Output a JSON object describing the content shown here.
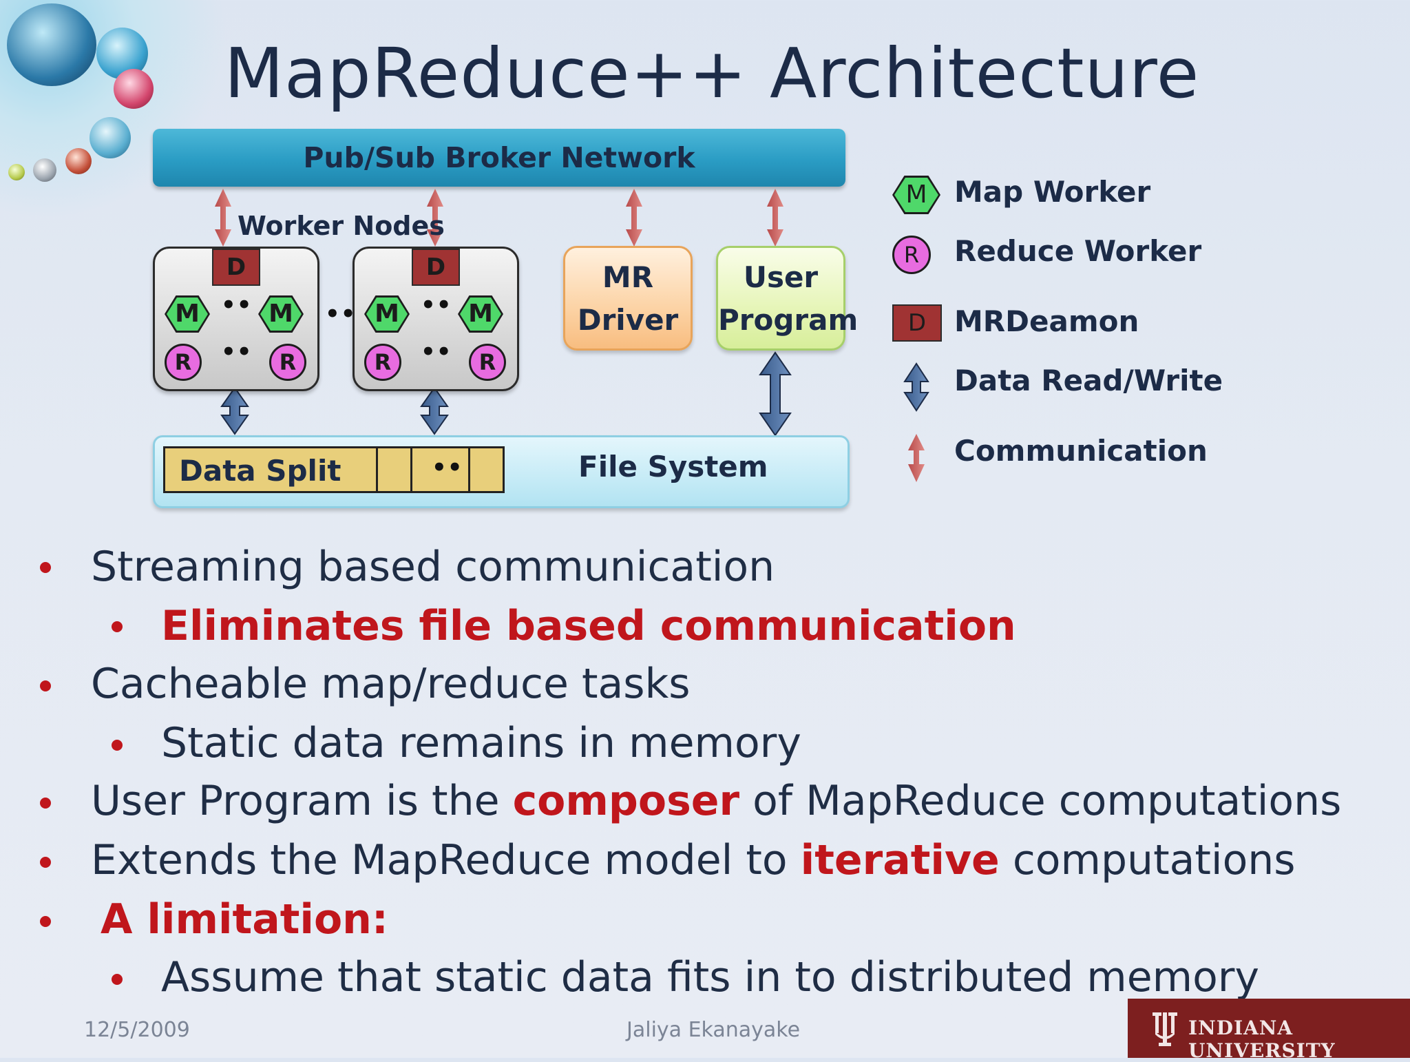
{
  "slide": {
    "title": "MapReduce++ Architecture",
    "footer_date": "12/5/2009",
    "footer_author": "Jaliya Ekanayake",
    "logo_text": "INDIANA UNIVERSITY"
  },
  "diagram": {
    "broker_label": "Pub/Sub Broker Network",
    "worker_nodes_label": "Worker Nodes",
    "daemon_letter": "D",
    "map_letter": "M",
    "reduce_letter": "R",
    "ellipsis": "••",
    "mr_driver_line1": "MR",
    "mr_driver_line2": "Driver",
    "user_program_line1": "User",
    "user_program_line2": "Program",
    "data_split_label": "Data Split",
    "file_system_label": "File System"
  },
  "legend": {
    "map_worker": "Map Worker",
    "reduce_worker": "Reduce Worker",
    "mrdeamon": "MRDeamon",
    "data_rw": "Data Read/Write",
    "communication": "Communication"
  },
  "bullets": {
    "b1": "Streaming based communication",
    "b1_sub": "Eliminates file based communication",
    "b2": "Cacheable map/reduce tasks",
    "b2_sub": "Static data remains in memory",
    "b3_pre": "User Program is the ",
    "b3_em": "composer",
    "b3_post": " of MapReduce computations",
    "b4_pre": "Extends the MapReduce model to ",
    "b4_em": "iterative",
    "b4_post": " computations",
    "b5": "A limitation:",
    "b5_sub": "Assume that static data fits in to distributed memory"
  },
  "colors": {
    "accent_red": "#c0161c",
    "map_green": "#4fd86a",
    "reduce_magenta": "#e86ce0",
    "daemon_red": "#a03333",
    "broker_blue": "#2a9cc4",
    "iu_crimson": "#7d1f1f"
  }
}
